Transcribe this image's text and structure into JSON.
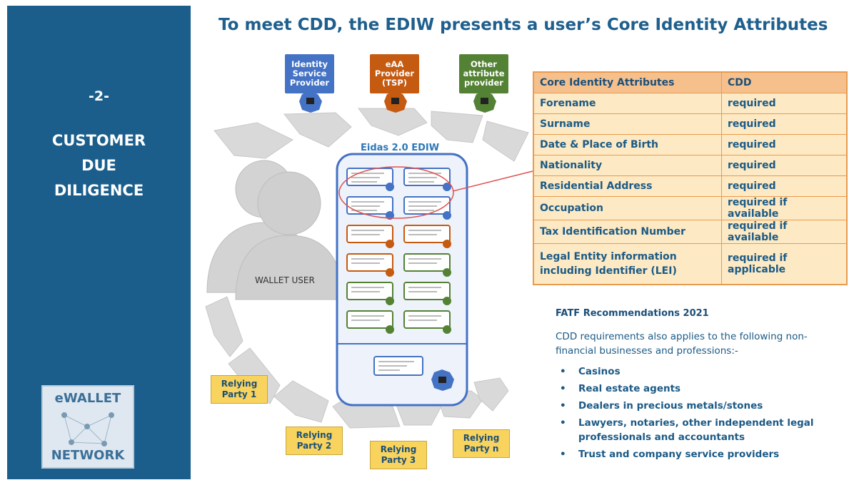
{
  "sidebar": {
    "number": "-2-",
    "title_lines": [
      "CUSTOMER",
      "DUE",
      "DILIGENCE"
    ],
    "logo_top": "eWALLET",
    "logo_bottom": "NETWORK"
  },
  "title": "To meet CDD, the EDIW presents a user’s Core Identity Attributes",
  "providers": [
    {
      "lines": [
        "Identity",
        "Service",
        "Provider"
      ],
      "color": "#4472c4"
    },
    {
      "lines": [
        "eAA",
        "Provider",
        "(TSP)"
      ],
      "color": "#c55a11"
    },
    {
      "lines": [
        "Other",
        "attribute",
        "provider"
      ],
      "color": "#548235"
    }
  ],
  "ediw_label": "Eidas 2.0 EDIW",
  "wallet_user_label": "WALLET USER",
  "relying_parties": [
    {
      "lines": [
        "Relying",
        "Party 1"
      ]
    },
    {
      "lines": [
        "Relying",
        "Party 2"
      ]
    },
    {
      "lines": [
        "Relying",
        "Party 3"
      ]
    },
    {
      "lines": [
        "Relying",
        "Party n"
      ]
    }
  ],
  "table": {
    "header": [
      "Core Identity Attributes",
      "CDD"
    ],
    "rows": [
      [
        "Forename",
        "required"
      ],
      [
        "Surname",
        "required"
      ],
      [
        "Date & Place of Birth",
        "required"
      ],
      [
        "Nationality",
        "required"
      ],
      [
        "Residential Address",
        "required"
      ],
      [
        "Occupation",
        "required if available"
      ],
      [
        "Tax Identification Number",
        "required if available"
      ],
      [
        "Legal Entity information including Identifier (LEI)",
        "required if applicable"
      ]
    ]
  },
  "fatf": {
    "heading": "FATF Recommendations 2021",
    "intro": "CDD requirements also applies to the following non-financial businesses and professions:-",
    "items": [
      "Casinos",
      "Real estate agents",
      "Dealers in precious metals/stones",
      "Lawyers, notaries, other independent legal professionals and accountants",
      "Trust and company service providers"
    ]
  },
  "colors": {
    "sidebar": "#1b5e8c",
    "title": "#1f5f8d",
    "table_header": "#f6c08d",
    "table_cell": "#fde9c3",
    "relying_party": "#f8d35e"
  }
}
